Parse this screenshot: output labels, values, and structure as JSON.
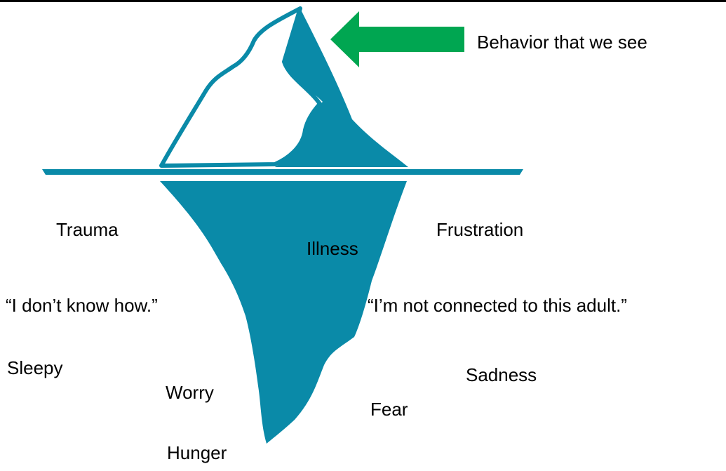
{
  "diagram": {
    "top_label": "Behavior that we see",
    "hidden_causes": {
      "trauma": "Trauma",
      "illness": "Illness",
      "frustration": "Frustration",
      "dont_know_how": "“I don’t know how.”",
      "not_connected": "“I’m not connected to this adult.”",
      "sleepy": "Sleepy",
      "worry": "Worry",
      "sadness": "Sadness",
      "fear": "Fear",
      "hunger": "Hunger"
    }
  },
  "colors": {
    "iceberg": "#0a8aa8",
    "arrow": "#00a651",
    "text": "#000000",
    "top_rule": "#000000"
  }
}
